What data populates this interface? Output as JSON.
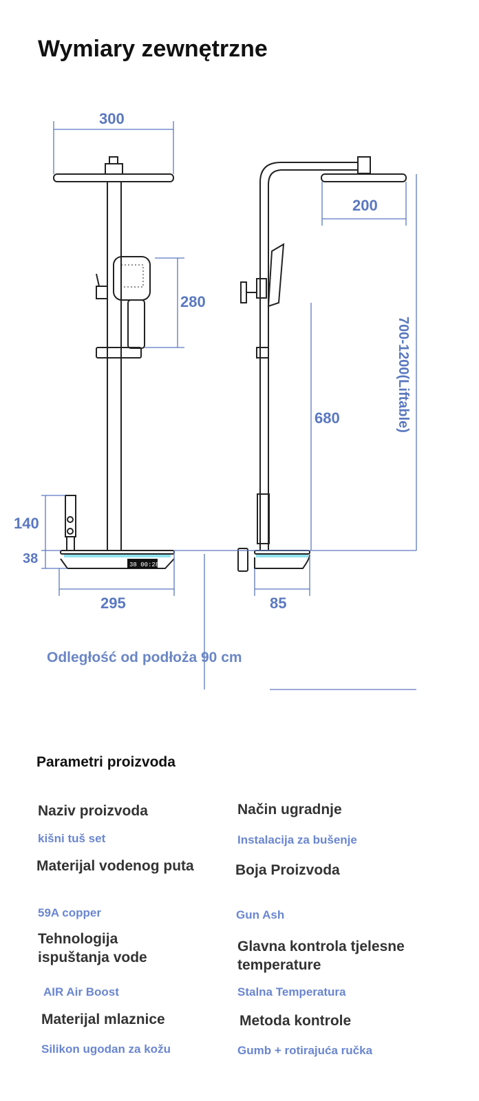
{
  "title": "Wymiary zewnętrzne",
  "dimensions": {
    "head_width": "300",
    "side_head_depth": "200",
    "handheld_height": "280",
    "slide_height": "680",
    "lift_range": "700-1200(Liftable)",
    "hand_shower_height": "140",
    "base_height": "38",
    "base_width": "295",
    "base_depth": "85",
    "display_text": "38 00:28"
  },
  "floor_distance": "Odległość od podłoża 90 cm",
  "params": {
    "title": "Parametri proizvoda",
    "items": [
      {
        "label": "Naziv proizvoda",
        "value": "kišni tuš set"
      },
      {
        "label": "Način ugradnje",
        "value": "Instalacija za bušenje"
      },
      {
        "label": "Materijal vodenog puta",
        "value": "59A copper"
      },
      {
        "label": "Boja Proizvoda",
        "value": "Gun Ash"
      },
      {
        "label": "Tehnologija ispuštanja vode",
        "value": "AIR Air Boost"
      },
      {
        "label": "Glavna kontrola tjelesne temperature",
        "value": "Stalna Temperatura"
      },
      {
        "label": "Materijal mlaznice",
        "value": "Silikon ugodan za kožu"
      },
      {
        "label": "Metoda kontrole",
        "value": "Gumb + rotirajuća ručka"
      }
    ]
  },
  "colors": {
    "dimension": "#5a78c0",
    "label": "#333333",
    "value": "#6a86d0",
    "accent_light": "#8fe3f0"
  }
}
